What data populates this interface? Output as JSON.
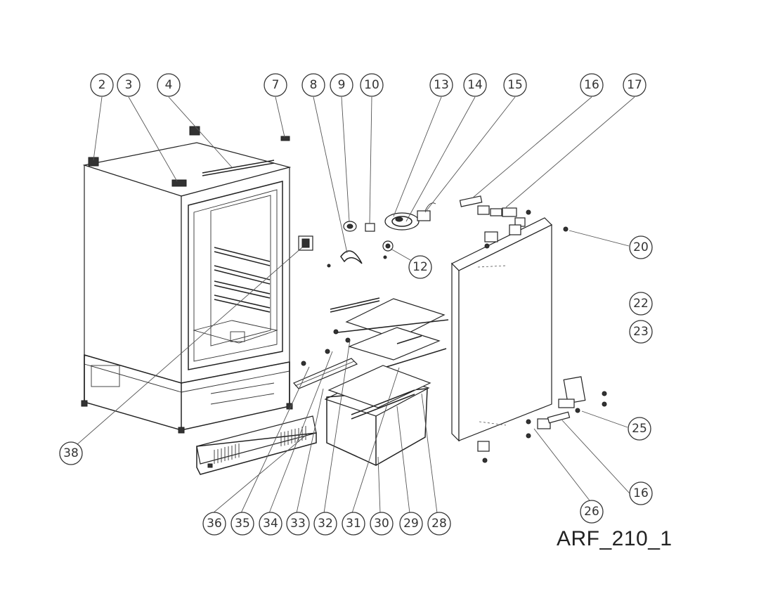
{
  "drawing_code": "ARF_210_1",
  "callouts": [
    "2",
    "3",
    "4",
    "7",
    "8",
    "9",
    "10",
    "13",
    "14",
    "15",
    "16",
    "17",
    "20",
    "12",
    "22",
    "23",
    "25",
    "16",
    "26",
    "28",
    "29",
    "30",
    "31",
    "32",
    "33",
    "34",
    "35",
    "36",
    "38"
  ]
}
